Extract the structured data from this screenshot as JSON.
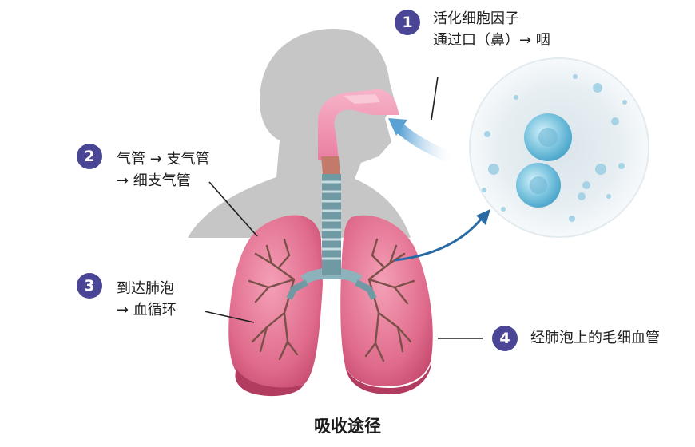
{
  "steps": [
    {
      "number": "1",
      "line1": "活化细胞因子",
      "line2": "通过口（鼻）→ 咽"
    },
    {
      "number": "2",
      "line1": "气管 → 支气管",
      "line2": "→ 细支气管"
    },
    {
      "number": "3",
      "line1": "到达肺泡",
      "line2": "→ 血循环"
    },
    {
      "number": "4",
      "line1": "经肺泡上的毛细血管"
    }
  ],
  "caption": "吸收途径",
  "colors": {
    "badge": "#4b4595",
    "silhouette": "#c6c6c6",
    "lung": "#df6e8e",
    "trachea": "#6f9aa3",
    "arrow": "#2a6aa4",
    "bronchi": "#7a5048"
  },
  "icons": [
    "head-silhouette-icon",
    "lungs-icon",
    "trachea-icon",
    "cell-microscope-icon",
    "arrow-icon"
  ]
}
